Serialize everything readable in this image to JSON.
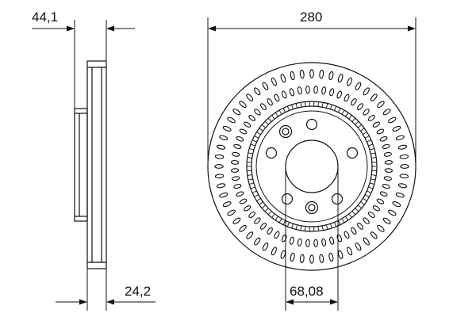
{
  "drawing": {
    "line_color": "#111111",
    "background": "#ffffff"
  },
  "dimensions": {
    "hat_height": "44,1",
    "disc_thickness": "24,2",
    "outer_diameter": "280",
    "center_bore_diameter": "68,08"
  },
  "features": {
    "bolt_holes": 4,
    "locating_holes": 2,
    "outer_cooling_slots": 60,
    "inner_cooling_slots": 60
  }
}
